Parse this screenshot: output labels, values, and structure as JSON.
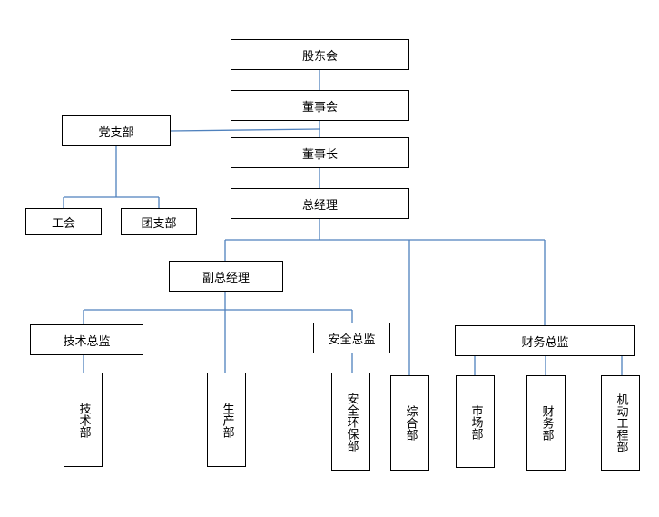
{
  "nodes": {
    "shareholders": "股东会",
    "board": "董事会",
    "chairman": "董事长",
    "general_manager": "总经理",
    "party_branch": "党支部",
    "union": "工会",
    "youth_league": "团支部",
    "deputy_gm": "副总经理",
    "tech_director": "技术总监",
    "safety_director": "安全总监",
    "finance_director": "财务总监",
    "tech_dept": "技术部",
    "production_dept": "生产部",
    "safety_env_dept": "安全环保部",
    "general_dept": "综合部",
    "market_dept": "市场部",
    "finance_dept": "财务部",
    "mechanical_dept": "机动工程部"
  },
  "colors": {
    "connector": "#4f81bd",
    "border": "#000000",
    "background": "#ffffff"
  }
}
